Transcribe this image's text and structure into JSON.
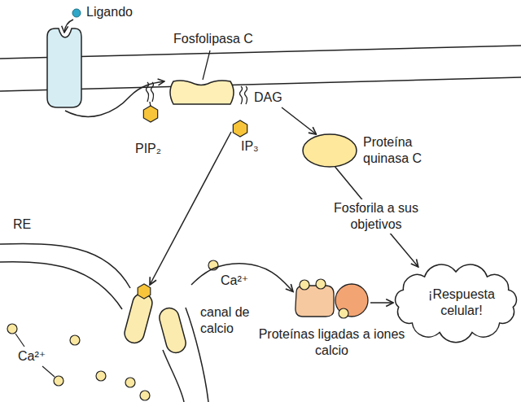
{
  "diagram": {
    "nodes": [
      {
        "text": [
          "Ligando"
        ]
      },
      {
        "text": [
          "Fosfolipasa C"
        ]
      },
      {
        "text": [
          "PIP₂"
        ]
      },
      {
        "text": [
          "DAG"
        ]
      },
      {
        "text": [
          "IP₃"
        ]
      },
      {
        "text": [
          "Proteína quinasa C"
        ]
      },
      {
        "text": [
          "canal de calcio"
        ]
      },
      {
        "text": [
          "Proteínas ligadas a iones calcio"
        ]
      },
      {
        "text": [
          "¡Respuesta celular!"
        ]
      }
    ],
    "edges": [
      {
        "from": 4,
        "to": 6,
        "arrow": "to"
      },
      {
        "from": 3,
        "to": 5,
        "arrow": "to"
      },
      {
        "from": 5,
        "to": 8,
        "arrow": "to",
        "label": "Fosforila a sus objetivos"
      },
      {
        "from": 6,
        "to": 7,
        "arrow": "to",
        "label": "Ca²⁺"
      },
      {
        "from": 7,
        "to": 8,
        "arrow": "to"
      }
    ],
    "labels": [
      "RE",
      "Ca²⁺"
    ]
  }
}
